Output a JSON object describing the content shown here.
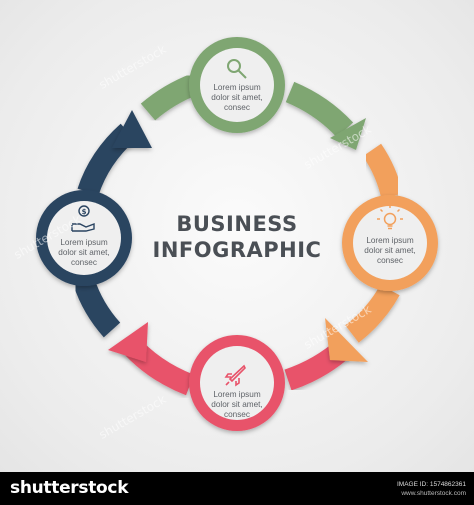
{
  "title": {
    "line1": "BUSINESS",
    "line2": "INFOGRAPHIC"
  },
  "colors": {
    "green": "#7fa672",
    "orange": "#f2a05c",
    "red": "#e8536a",
    "navy": "#2a4461",
    "node_fill": "#efefef",
    "text": "#4a4f55"
  },
  "steps": [
    {
      "icon": "magnifier-icon",
      "color": "green",
      "line1": "Lorem ipsum",
      "line2": "dolor sit amet,",
      "line3": "consec"
    },
    {
      "icon": "lightbulb-icon",
      "color": "orange",
      "line1": "Lorem ipsum",
      "line2": "dolor sit amet,",
      "line3": "consec"
    },
    {
      "icon": "rocket-icon",
      "color": "red",
      "line1": "Lorem ipsum",
      "line2": "dolor sit amet,",
      "line3": "consec"
    },
    {
      "icon": "money-hand-icon",
      "color": "navy",
      "line1": "Lorem ipsum",
      "line2": "dolor sit amet,",
      "line3": "consec"
    }
  ],
  "footer": {
    "brand": "shutterstock",
    "image_id": "IMAGE ID: 1574862361",
    "site": "www.shutterstock.com"
  },
  "watermark": "shutterstock"
}
